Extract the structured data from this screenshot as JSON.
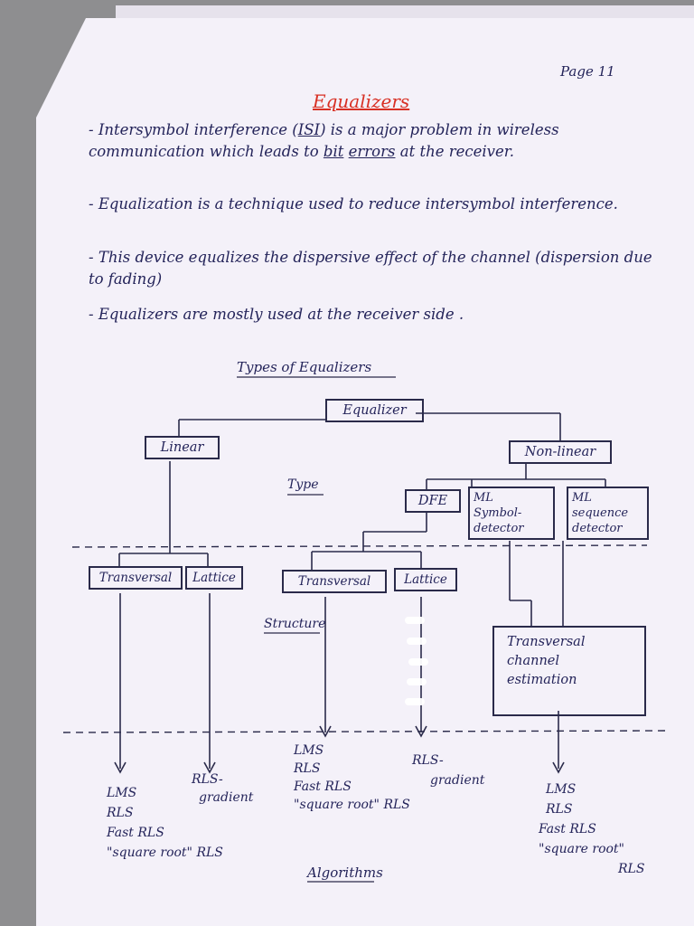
{
  "page_number": "Page 11",
  "title": "Equalizers",
  "bullets": [
    {
      "prefix": "- Intersymbol interference (",
      "isi": "ISI",
      "mid": ") is a major problem in wireless communication which leads to ",
      "bit": "bit",
      "space": " ",
      "errors": "errors",
      "suffix": " at the receiver."
    },
    {
      "text": "- Equalization is a technique used to reduce intersymbol interference."
    },
    {
      "text": "- This device equalizes the dispersive effect of the channel (dispersion due to fading)"
    },
    {
      "text": "- Equalizers are mostly used at the receiver side ."
    }
  ],
  "diagram": {
    "heading": "Types of Equalizers",
    "root": "Equalizer",
    "linear": "Linear",
    "nonlinear": "Non-linear",
    "type_label": "Type",
    "dfe": "DFE",
    "ml_symbol": [
      "ML",
      "Symbol-",
      "detector"
    ],
    "ml_sequence": [
      "ML",
      "sequence",
      "detector"
    ],
    "transversal_1": "Transversal",
    "lattice_1": "Lattice",
    "transversal_2": "Transversal",
    "lattice_2": "Lattice",
    "structure_label": "Structure",
    "transversal_channel": [
      "Transversal",
      "channel",
      "estimation"
    ],
    "algorithms_label": "Algorithms",
    "alg_transversal_1": [
      "LMS",
      "RLS",
      "Fast RLS",
      "\"square root\" RLS"
    ],
    "alg_lattice_1": [
      "RLS-",
      "gradient"
    ],
    "alg_transversal_2": [
      "LMS",
      "RLS",
      "Fast RLS",
      "\"square root\" RLS"
    ],
    "alg_lattice_2": [
      "RLS-",
      "gradient"
    ],
    "alg_channel": [
      "LMS",
      "RLS",
      "Fast RLS",
      "\"square root\"",
      "RLS"
    ]
  },
  "colors": {
    "ink": "#24245a",
    "title_red": "#d83024",
    "paper": "#f4f1f9",
    "background": "#8e8e90"
  }
}
